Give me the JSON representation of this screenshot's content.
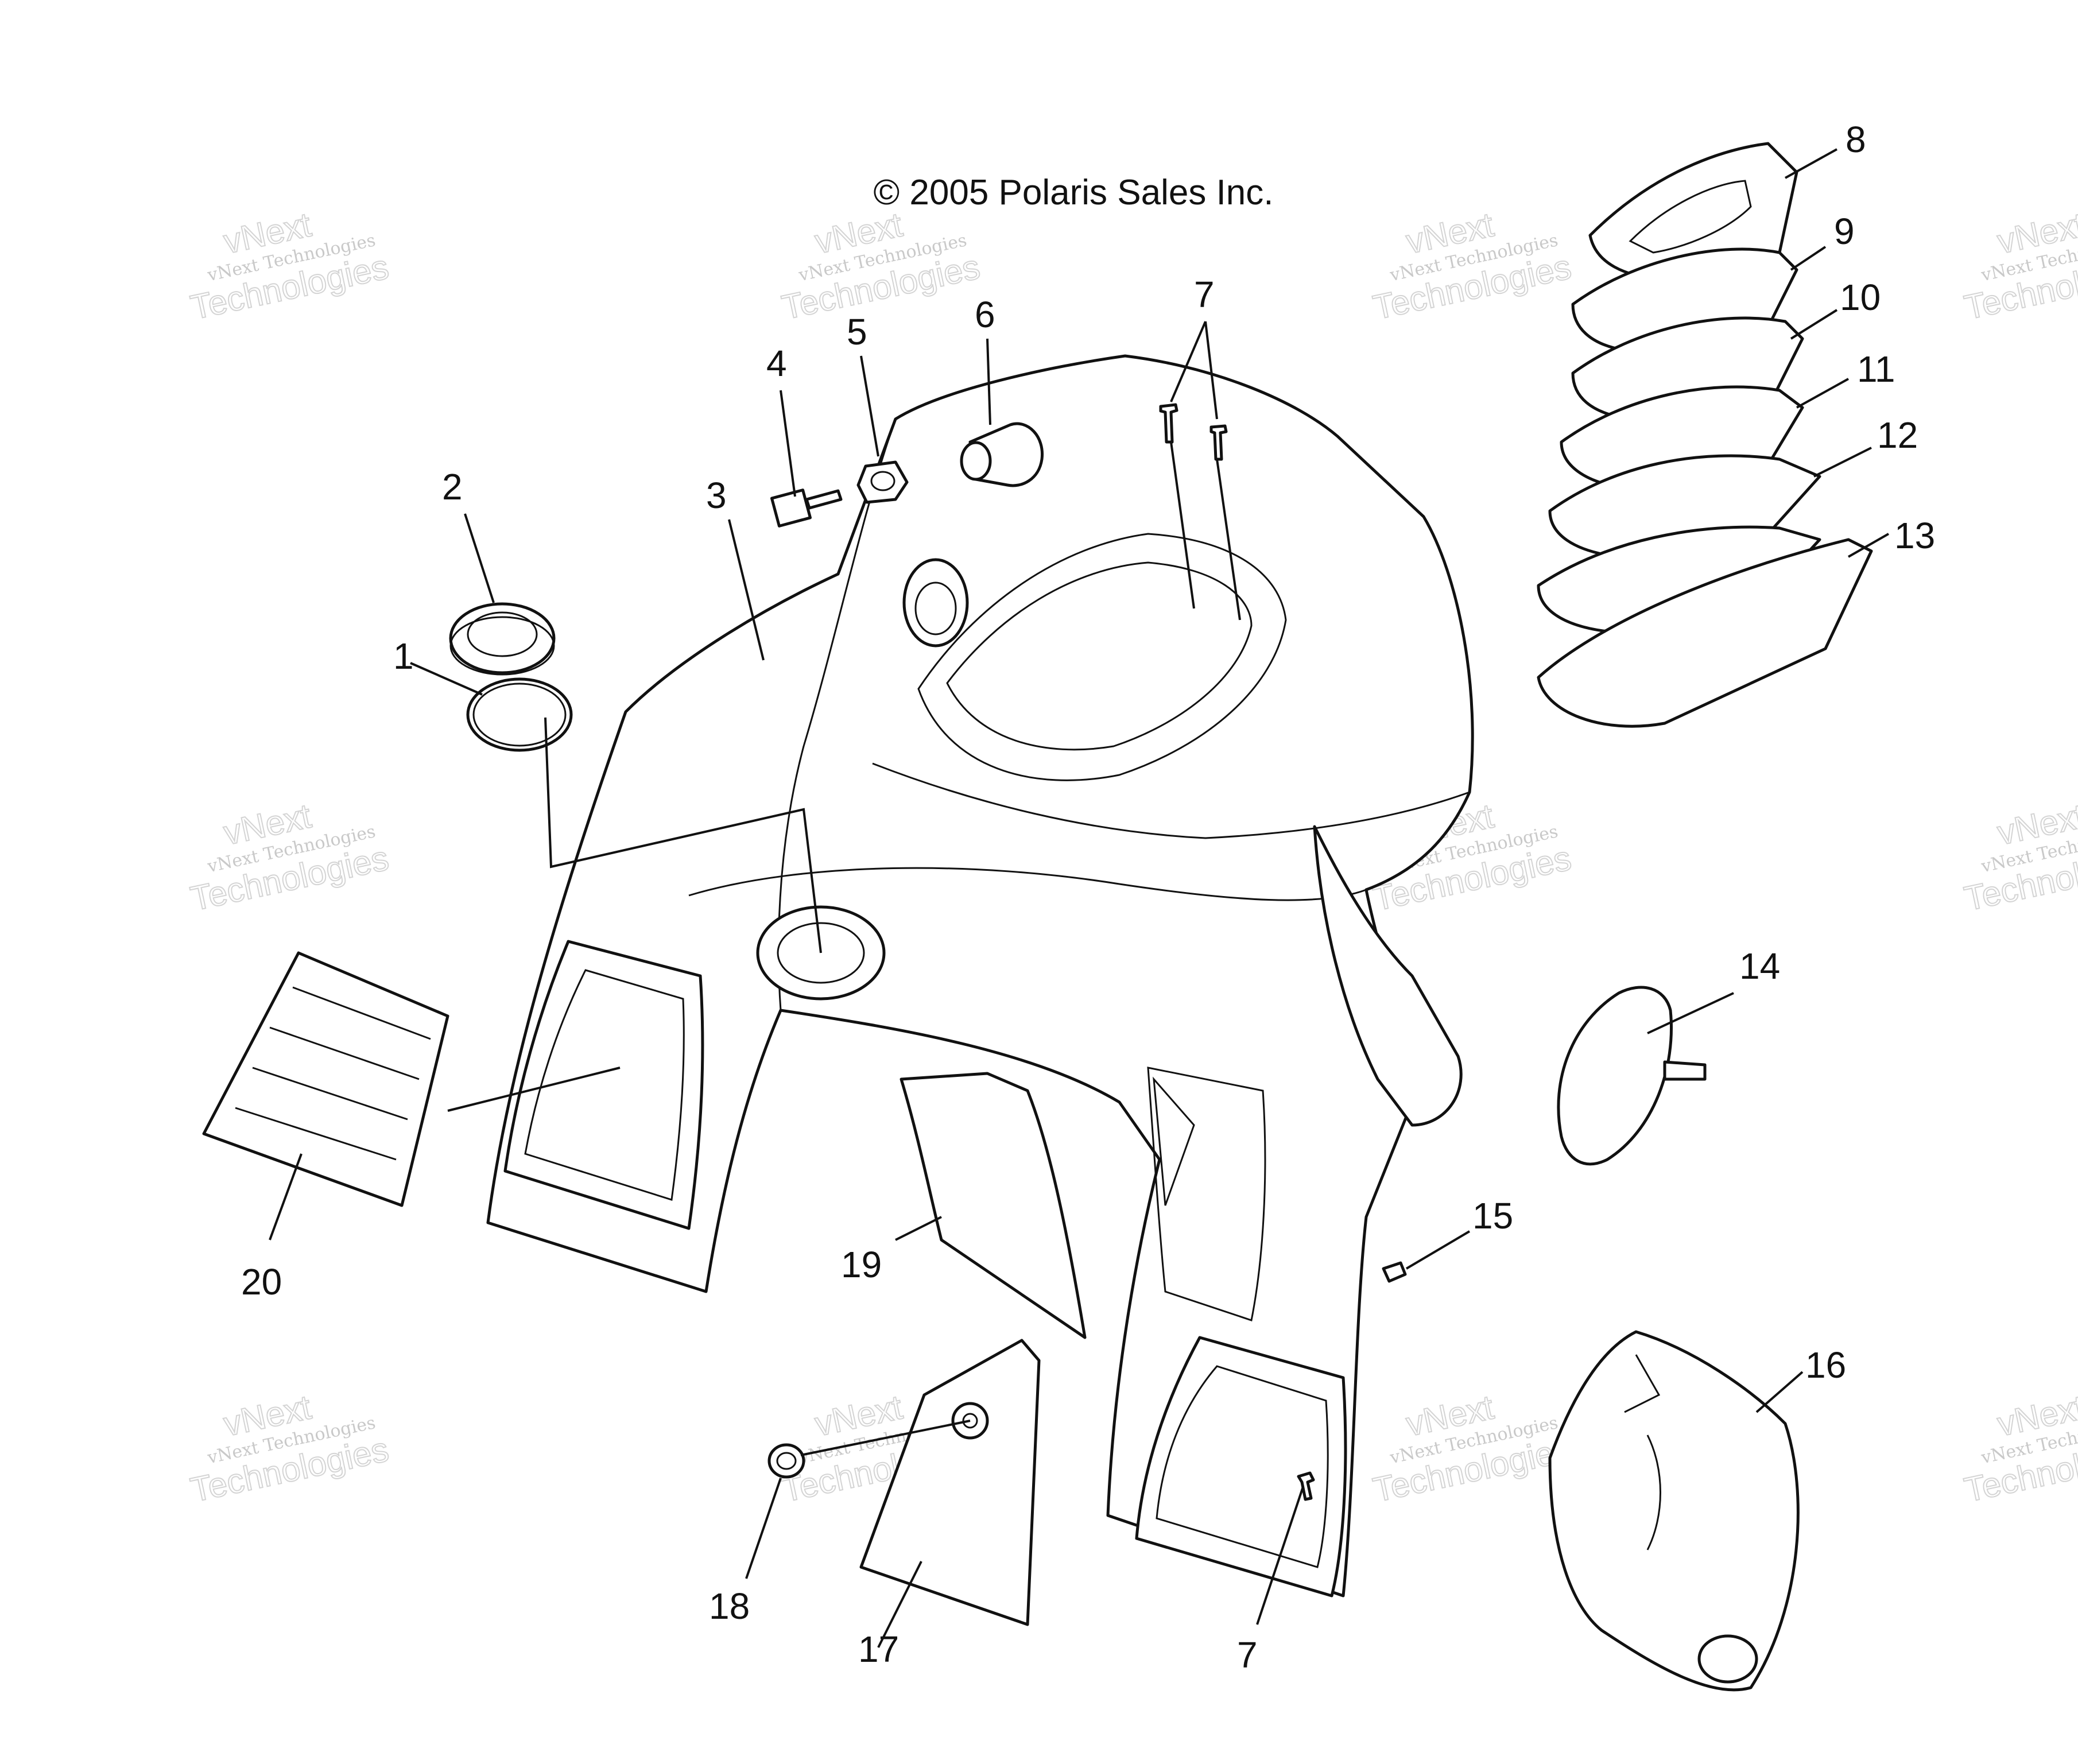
{
  "copyright": "© 2005 Polaris Sales Inc.",
  "watermark": {
    "line1": "vNext Technologies",
    "line2": "vNext",
    "line3": "Technologies"
  },
  "callouts": [
    "1",
    "2",
    "3",
    "4",
    "5",
    "6",
    "7",
    "7",
    "8",
    "9",
    "10",
    "11",
    "12",
    "13",
    "14",
    "15",
    "16",
    "17",
    "18",
    "19",
    "20"
  ]
}
